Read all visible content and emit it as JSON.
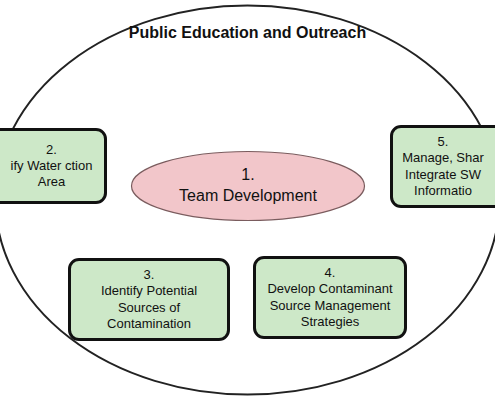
{
  "diagram": {
    "nodes": [
      {
        "text": [
          "Public Education and Outreach"
        ]
      },
      {
        "text": [
          "1.",
          "Team Development"
        ],
        "in": 0
      },
      {
        "text": [
          "2.",
          "ify Water ction Area"
        ],
        "in": 0
      },
      {
        "text": [
          "3.",
          "Identify Potential Sources of Contamination"
        ],
        "in": 0
      },
      {
        "text": [
          "4.",
          "Develop Contaminant Source Management Strategies"
        ],
        "in": 0
      },
      {
        "text": [
          "5.",
          "Manage, Shar Integrate SW Informatio"
        ],
        "in": 0
      }
    ]
  }
}
